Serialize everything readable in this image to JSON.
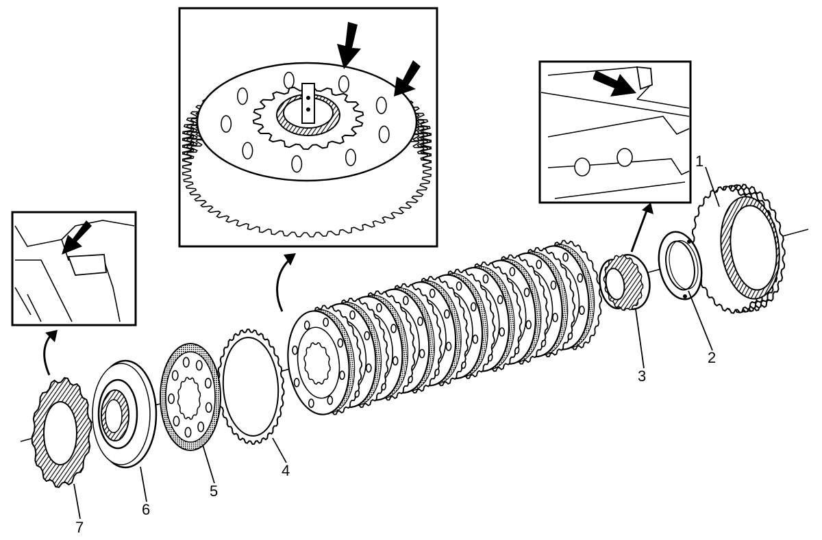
{
  "callouts": [
    {
      "label": "1"
    },
    {
      "label": "2"
    },
    {
      "label": "3"
    },
    {
      "label": "4"
    },
    {
      "label": "5"
    },
    {
      "label": "6"
    },
    {
      "label": "7"
    }
  ],
  "insets": [
    {
      "name": "clutch-pack-detail"
    },
    {
      "name": "hub-tab-detail"
    },
    {
      "name": "plate-tab-detail"
    }
  ],
  "colors": {
    "ink": "#000000",
    "paper": "#ffffff",
    "shade": "#555555"
  }
}
